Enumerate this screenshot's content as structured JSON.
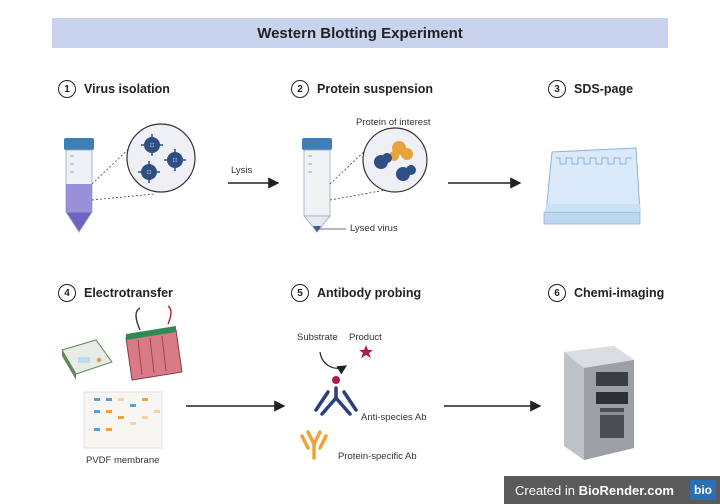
{
  "title": "Western Blotting Experiment",
  "steps": [
    {
      "num": "1",
      "label": "Virus isolation"
    },
    {
      "num": "2",
      "label": "Protein suspension"
    },
    {
      "num": "3",
      "label": "SDS-page"
    },
    {
      "num": "4",
      "label": "Electrotransfer"
    },
    {
      "num": "5",
      "label": "Antibody probing"
    },
    {
      "num": "6",
      "label": "Chemi-imaging"
    }
  ],
  "labels": {
    "lysis": "Lysis",
    "protein_of_interest": "Protein of interest",
    "lysed_virus": "Lysed virus",
    "pvdf_membrane": "PVDF membrane",
    "substrate": "Substrate",
    "product": "Product",
    "anti_species_ab": "Anti-species Ab",
    "protein_specific_ab": "Protein-specific Ab"
  },
  "watermark": {
    "prefix": "Created in ",
    "brand": "BioRender.com",
    "logo": "bio"
  },
  "colors": {
    "title_bg": "#c9d3ee",
    "tube_blue": "#3f7fb8",
    "virus_navy": "#2f4e83",
    "protein_orange": "#e8a23a",
    "antibody_navy": "#2b3f7a",
    "antibody_orange": "#f0a23a",
    "product_red": "#b0194a"
  }
}
